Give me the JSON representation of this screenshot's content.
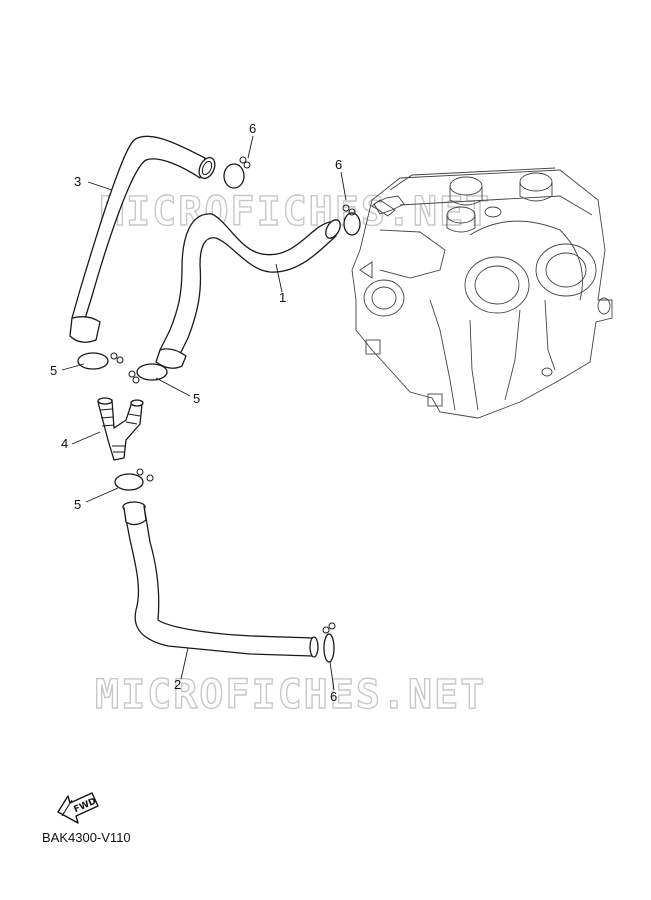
{
  "watermark": {
    "top": "MICROFICHES.NET",
    "bottom": "MICROFICHES.NET"
  },
  "callouts": [
    {
      "id": "c6a",
      "label": "6"
    },
    {
      "id": "c3",
      "label": "3"
    },
    {
      "id": "c6b",
      "label": "6"
    },
    {
      "id": "c1",
      "label": "1"
    },
    {
      "id": "c5a",
      "label": "5"
    },
    {
      "id": "c5b",
      "label": "5"
    },
    {
      "id": "c4",
      "label": "4"
    },
    {
      "id": "c5c",
      "label": "5"
    },
    {
      "id": "c2",
      "label": "2"
    },
    {
      "id": "c6c",
      "label": "6"
    }
  ],
  "fwd_arrow": {
    "label": "FWD",
    "icon": "fwd-arrow-icon"
  },
  "diagram_code": "BAK4300-V110"
}
